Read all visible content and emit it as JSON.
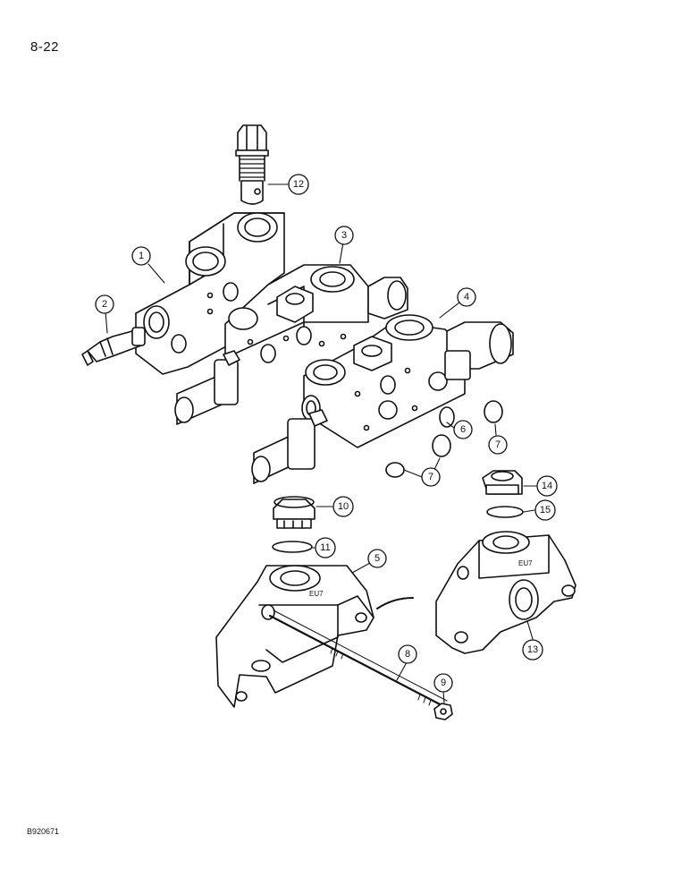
{
  "page_number": "8-22",
  "figure_code": "B920671",
  "callouts": {
    "c1": "1",
    "c2": "2",
    "c3": "3",
    "c4": "4",
    "c5": "5",
    "c6": "6",
    "c7a": "7",
    "c7b": "7",
    "c8": "8",
    "c9": "9",
    "c10": "10",
    "c11": "11",
    "c12": "12",
    "c13": "13",
    "c14": "14",
    "c15": "15"
  },
  "casting_marks": {
    "left_end_cap": "EU7",
    "right_end_cap": "EU7"
  },
  "colors": {
    "ink": "#111111",
    "paper": "#ffffff"
  }
}
